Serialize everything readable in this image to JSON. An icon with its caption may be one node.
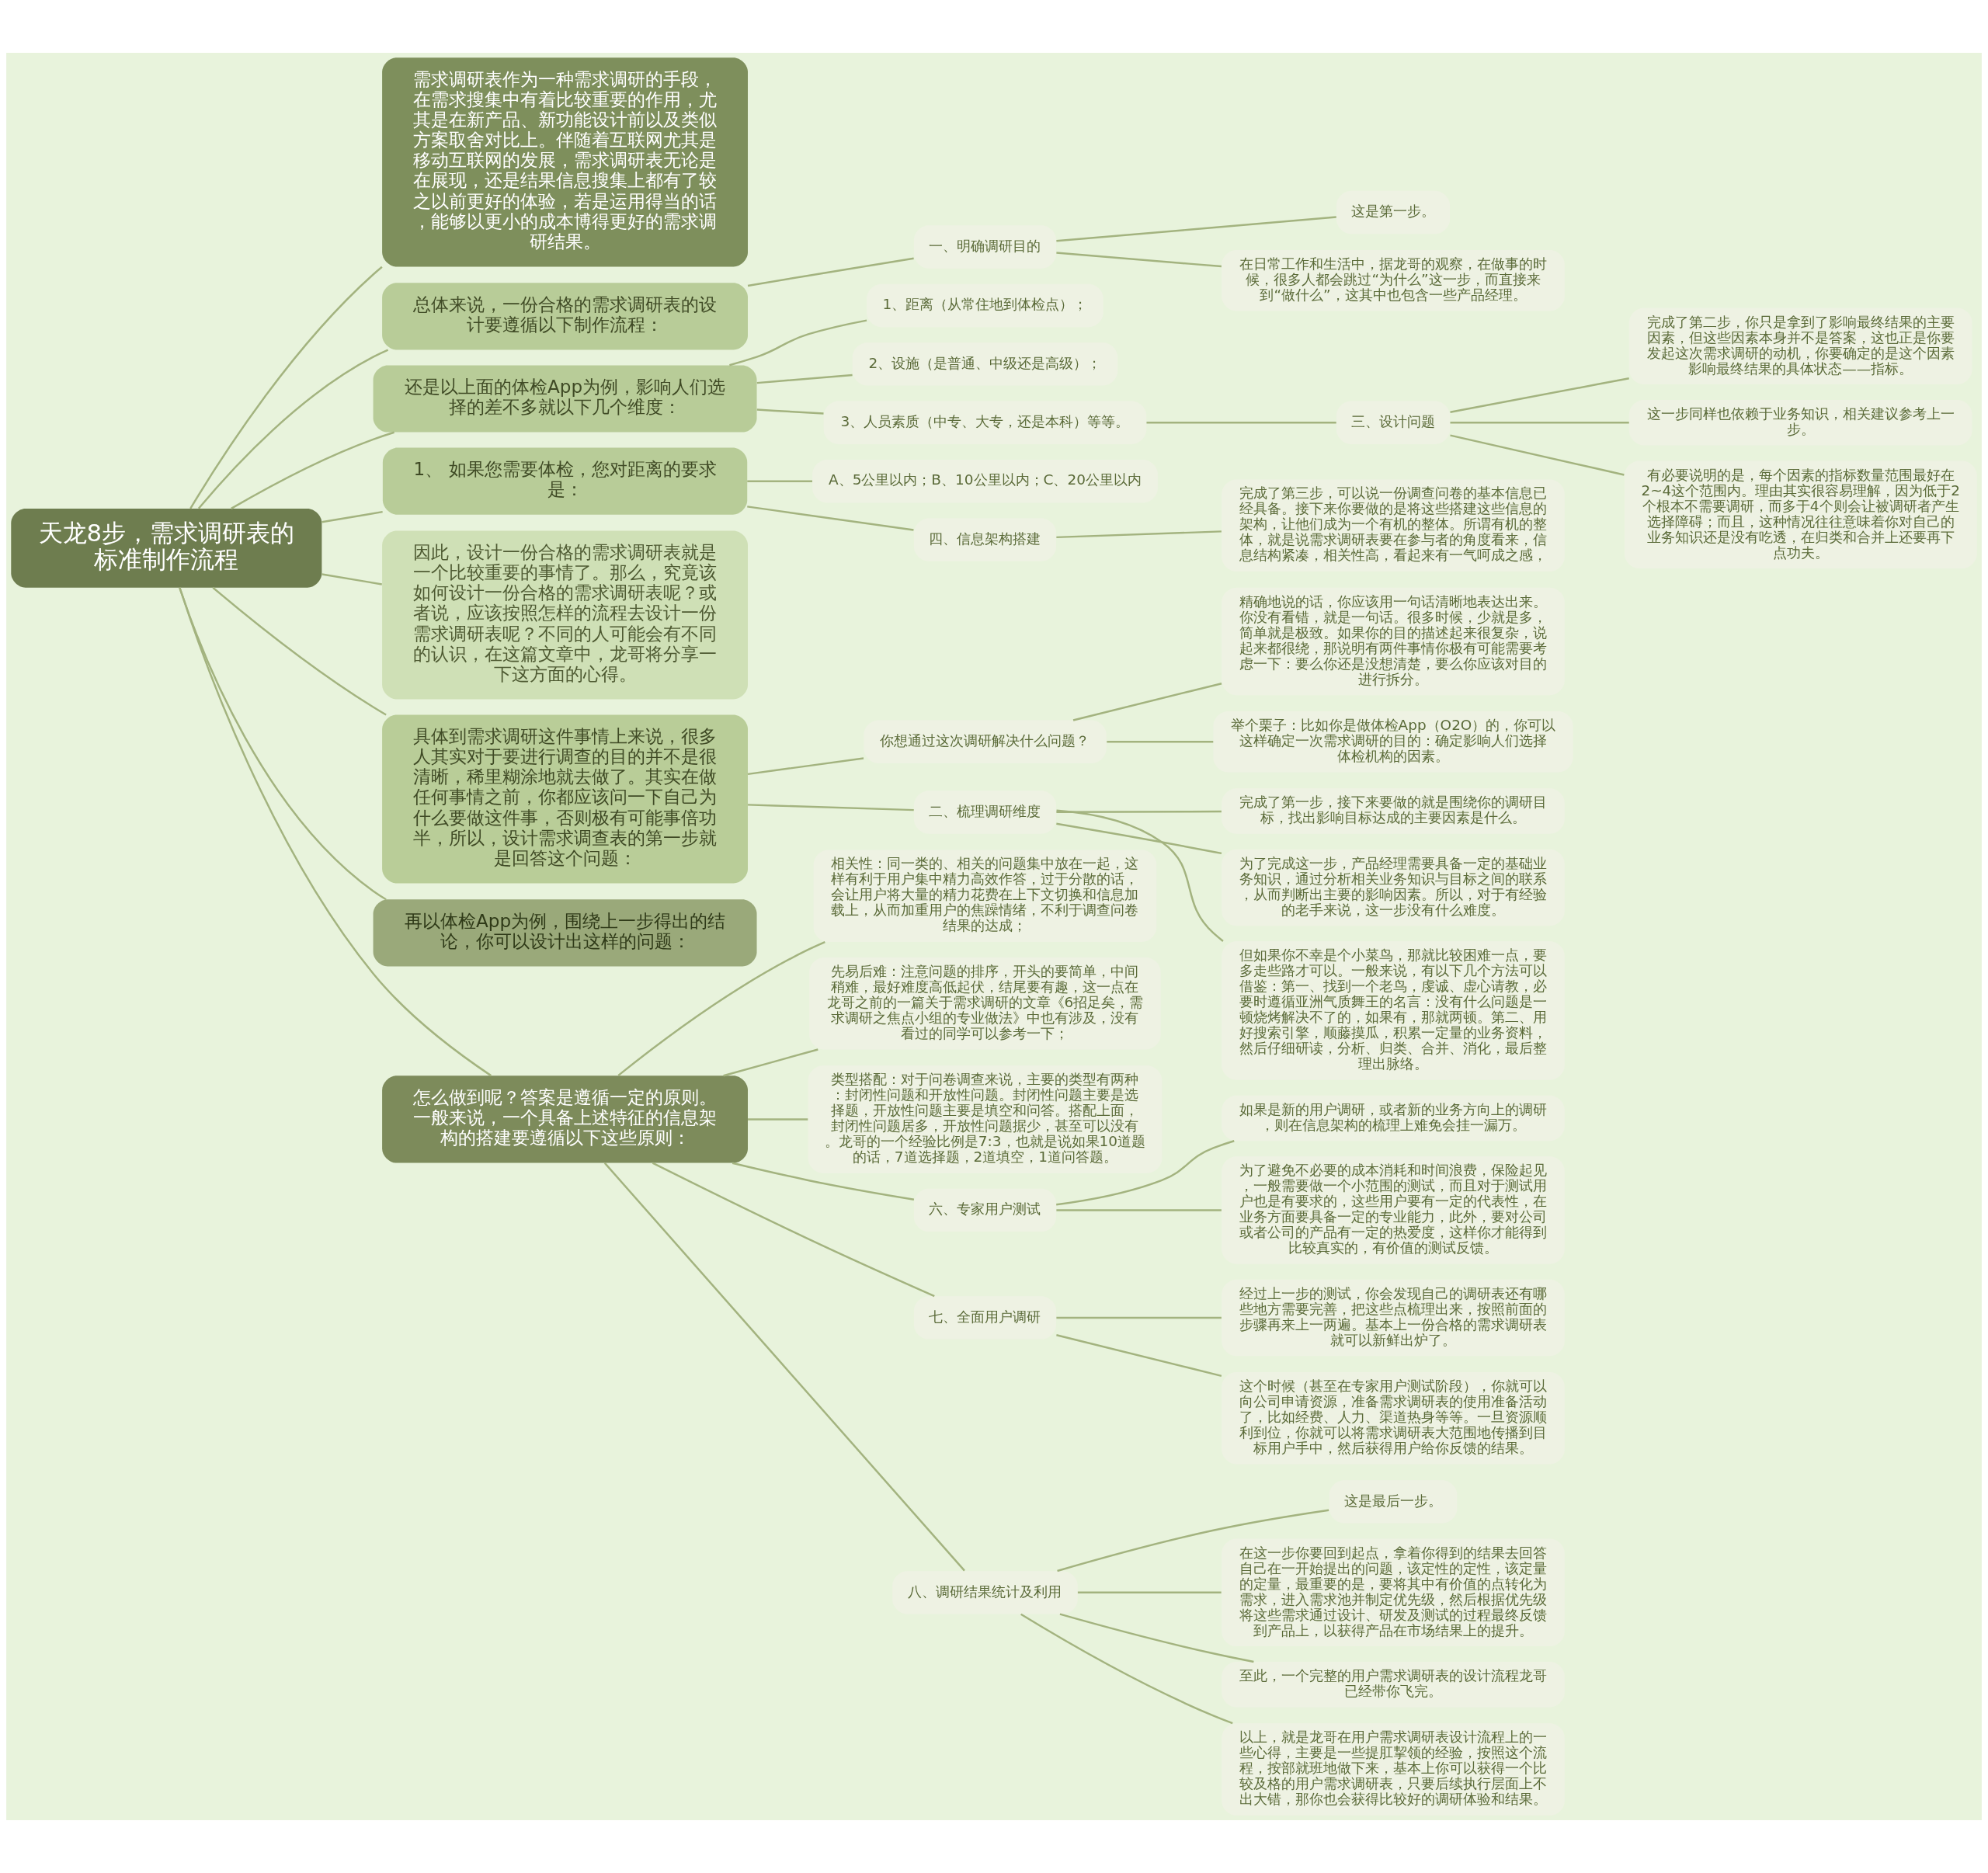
{
  "diagram": {
    "nodes": [
      {
        "text": [
          "天龙8步，需求调研表的标准制作流程"
        ]
      },
      {
        "text": [
          "需求调研表作为一种需求调研的手段，在需求搜集中有着比较重要的作用，尤其是在新产品、新功能设计前以及类似方案取舍对比上。伴随着互联网尤其是移动互联网的发展，需求调研表无论是在展现，还是结果信息搜集上都有了较之以前更好的体验，若是运用得当的话，能够以更小的成本博得更好的需求调研结果。"
        ]
      },
      {
        "text": [
          "总体来说，一份合格的需求调研表的设计要遵循以下制作流程："
        ]
      },
      {
        "text": [
          "一、明确调研目的"
        ]
      },
      {
        "text": [
          "这是第一步。"
        ]
      },
      {
        "text": [
          "在日常工作和生活中，据龙哥的观察，在做事的时候，很多人都会跳过“为什么”这一步，而直接来到“做什么”，这其中也包含一些产品经理。"
        ]
      },
      {
        "text": [
          "还是以上面的体检App为例，影响人们选择的差不多就以下几个维度："
        ]
      },
      {
        "text": [
          "1、距离（从常住地到体检点）；"
        ]
      },
      {
        "text": [
          "2、设施（是普通、中级还是高级）；"
        ]
      },
      {
        "text": [
          "3、人员素质（中专、大专，还是本科）等等。"
        ]
      },
      {
        "text": [
          "三、设计问题"
        ]
      },
      {
        "text": [
          "完成了第二步，你只是拿到了影响最终结果的主要因素，但这些因素本身并不是答案，这也正是你要发起这次需求调研的动机，你要确定的是这个因素影响最终结果的具体状态——指标。"
        ]
      },
      {
        "text": [
          "这一步同样也依赖于业务知识，相关建议参考上一步。"
        ]
      },
      {
        "text": [
          "有必要说明的是，每个因素的指标数量范围最好在2~4这个范围内。理由其实很容易理解，因为低于2个根本不需要调研，而多于4个则会让被调研者产生选择障碍；而且，这种情况往往意味着你对自己的业务知识还是没有吃透，在归类和合并上还要再下点功夫。"
        ]
      },
      {
        "text": [
          "1、 如果您需要体检，您对距离的要求是："
        ]
      },
      {
        "text": [
          "A、5公里以内；B、10公里以内；C、20公里以内"
        ]
      },
      {
        "text": [
          "四、信息架构搭建"
        ]
      },
      {
        "text": [
          "完成了第三步，可以说一份调查问卷的基本信息已经具备。接下来你要做的是将这些搭建这些信息的架构，让他们成为一个有机的整体。所谓有机的整体，就是说需求调研表要在参与者的角度看来，信息结构紧凑，相关性高，看起来有一气呵成之感，"
        ]
      },
      {
        "text": [
          "因此，设计一份合格的需求调研表就是一个比较重要的事情了。那么，究竟该如何设计一份合格的需求调研表呢？或者说，应该按照怎样的流程去设计一份需求调研表呢？不同的人可能会有不同的认识，在这篇文章中，龙哥将分享一下这方面的心得。"
        ]
      },
      {
        "text": [
          "具体到需求调研这件事情上来说，很多人其实对于要进行调查的目的并不是很清晰，稀里糊涂地就去做了。其实在做任何事情之前，你都应该问一下自己为什么要做这件事，否则极有可能事倍功半，所以，设计需求调查表的第一步就是回答这个问题："
        ]
      },
      {
        "text": [
          "你想通过这次调研解决什么问题？"
        ]
      },
      {
        "text": [
          "精确地说的话，你应该用一句话清晰地表达出来。你没有看错，就是一句话。很多时候，少就是多，简单就是极致。如果你的目的描述起来很复杂，说起来都很绕，那说明有两件事情你极有可能需要考虑一下：要么你还是没想清楚，要么你应该对目的进行拆分。"
        ]
      },
      {
        "text": [
          "举个栗子：比如你是做体检App（O2O）的，你可以这样确定一次需求调研的目的：确定影响人们选择体检机构的因素。"
        ]
      },
      {
        "text": [
          "二、梳理调研维度"
        ]
      },
      {
        "text": [
          "完成了第一步，接下来要做的就是围绕你的调研目标，找出影响目标达成的主要因素是什么。"
        ]
      },
      {
        "text": [
          "为了完成这一步，产品经理需要具备一定的基础业务知识，通过分析相关业务知识与目标之间的联系，从而判断出主要的影响因素。所以，对于有经验的老手来说，这一步没有什么难度。"
        ]
      },
      {
        "text": [
          "但如果你不幸是个小菜鸟，那就比较困难一点，要多走些路才可以。一般来说，有以下几个方法可以借鉴：第一、找到一个老鸟，虔诚、虚心请教，必要时遵循亚洲气质舞王的名言：没有什么问题是一顿烧烤解决不了的，如果有，那就两顿。第二、用好搜索引擎，顺藤摸瓜，积累一定量的业务资料，然后仔细研读，分析、归类、合并、消化，最后整理出脉络。"
        ]
      },
      {
        "text": [
          "再以体检App为例，围绕上一步得出的结论，你可以设计出这样的问题："
        ]
      },
      {
        "text": [
          "怎么做到呢？答案是遵循一定的原则。一般来说，一个具备上述特征的信息架构的搭建要遵循以下这些原则："
        ]
      },
      {
        "text": [
          "相关性：同一类的、相关的问题集中放在一起，这样有利于用户集中精力高效作答，过于分散的话，会让用户将大量的精力花费在上下文切换和信息加载上，从而加重用户的焦躁情绪，不利于调查问卷结果的达成；"
        ]
      },
      {
        "text": [
          "先易后难：注意问题的排序，开头的要简单，中间稍难，最好难度高低起伏，结尾要有趣，这一点在龙哥之前的一篇关于需求调研的文章《6招足矣，需求调研之焦点小组的专业做法》中也有涉及，没有看过的同学可以参考一下；"
        ]
      },
      {
        "text": [
          "类型搭配：对于问卷调查来说，主要的类型有两种：封闭性问题和开放性问题。封闭性问题主要是选择题，开放性问题主要是填空和问答。搭配上面，封闭性问题居多，开放性问题据少，甚至可以没有。龙哥的一个经验比例是7:3，也就是说如果10道题的话，7道选择题，2道填空，1道问答题。"
        ]
      },
      {
        "text": [
          "六、专家用户测试"
        ]
      },
      {
        "text": [
          "如果是新的用户调研，或者新的业务方向上的调研，则在信息架构的梳理上难免会挂一漏万。"
        ]
      },
      {
        "text": [
          "为了避免不必要的成本消耗和时间浪费，保险起见，一般需要做一个小范围的测试，而且对于测试用户也是有要求的，这些用户要有一定的代表性，在业务方面要具备一定的专业能力，此外，要对公司或者公司的产品有一定的热爱度，这样你才能得到比较真实的，有价值的测试反馈。"
        ]
      },
      {
        "text": [
          "七、全面用户调研"
        ]
      },
      {
        "text": [
          "经过上一步的测试，你会发现自己的调研表还有哪些地方需要完善，把这些点梳理出来，按照前面的步骤再来上一两遍。基本上一份合格的需求调研表就可以新鲜出炉了。"
        ]
      },
      {
        "text": [
          "这个时候（甚至在专家用户测试阶段），你就可以向公司申请资源，准备需求调研表的使用准备活动了，比如经费、人力、渠道热身等等。一旦资源顺利到位，你就可以将需求调研表大范围地传播到目标用户手中，然后获得用户给你反馈的结果。"
        ]
      },
      {
        "text": [
          "八、调研结果统计及利用"
        ]
      },
      {
        "text": [
          "这是最后一步。"
        ]
      },
      {
        "text": [
          "在这一步你要回到起点，拿着你得到的结果去回答自己在一开始提出的问题，该定性的定性，该定量的定量，最重要的是，要将其中有价值的点转化为需求，进入需求池并制定优先级，然后根据优先级将这些需求通过设计、研发及测试的过程最终反馈到产品上，以获得产品在市场结果上的提升。"
        ]
      },
      {
        "text": [
          "至此，一个完整的用户需求调研表的设计流程龙哥已经带你飞完。"
        ]
      },
      {
        "text": [
          "以上，就是龙哥在用户需求调研表设计流程上的一些心得，主要是一些提肛挈领的经验，按照这个流程，按部就班地做下来，基本上你可以获得一个比较及格的用户需求调研表，只要后续执行层面上不出大错，那你也会获得比较好的调研体验和结果。"
        ]
      }
    ],
    "edges": [
      {
        "from": 0,
        "to": 1,
        "arrow": "none"
      },
      {
        "from": 0,
        "to": 2,
        "arrow": "none"
      },
      {
        "from": 2,
        "to": 3,
        "arrow": "none"
      },
      {
        "from": 3,
        "to": 4,
        "arrow": "none"
      },
      {
        "from": 3,
        "to": 5,
        "arrow": "none"
      },
      {
        "from": 0,
        "to": 6,
        "arrow": "none"
      },
      {
        "from": 6,
        "to": 7,
        "arrow": "none"
      },
      {
        "from": 6,
        "to": 8,
        "arrow": "none"
      },
      {
        "from": 6,
        "to": 9,
        "arrow": "none"
      },
      {
        "from": 9,
        "to": 10,
        "arrow": "none"
      },
      {
        "from": 10,
        "to": 11,
        "arrow": "none"
      },
      {
        "from": 10,
        "to": 12,
        "arrow": "none"
      },
      {
        "from": 10,
        "to": 13,
        "arrow": "none"
      },
      {
        "from": 0,
        "to": 14,
        "arrow": "none"
      },
      {
        "from": 14,
        "to": 15,
        "arrow": "none"
      },
      {
        "from": 14,
        "to": 16,
        "arrow": "none"
      },
      {
        "from": 16,
        "to": 17,
        "arrow": "none"
      },
      {
        "from": 0,
        "to": 18,
        "arrow": "none"
      },
      {
        "from": 0,
        "to": 19,
        "arrow": "none"
      },
      {
        "from": 19,
        "to": 20,
        "arrow": "none"
      },
      {
        "from": 20,
        "to": 21,
        "arrow": "none"
      },
      {
        "from": 20,
        "to": 22,
        "arrow": "none"
      },
      {
        "from": 19,
        "to": 23,
        "arrow": "none"
      },
      {
        "from": 23,
        "to": 24,
        "arrow": "none"
      },
      {
        "from": 23,
        "to": 25,
        "arrow": "none"
      },
      {
        "from": 23,
        "to": 26,
        "arrow": "none"
      },
      {
        "from": 0,
        "to": 27,
        "arrow": "none"
      },
      {
        "from": 0,
        "to": 28,
        "arrow": "none"
      },
      {
        "from": 28,
        "to": 29,
        "arrow": "none"
      },
      {
        "from": 28,
        "to": 30,
        "arrow": "none"
      },
      {
        "from": 28,
        "to": 31,
        "arrow": "none"
      },
      {
        "from": 28,
        "to": 32,
        "arrow": "none"
      },
      {
        "from": 32,
        "to": 33,
        "arrow": "none"
      },
      {
        "from": 32,
        "to": 34,
        "arrow": "none"
      },
      {
        "from": 28,
        "to": 35,
        "arrow": "none"
      },
      {
        "from": 35,
        "to": 36,
        "arrow": "none"
      },
      {
        "from": 35,
        "to": 37,
        "arrow": "none"
      },
      {
        "from": 28,
        "to": 38,
        "arrow": "none"
      },
      {
        "from": 38,
        "to": 39,
        "arrow": "none"
      },
      {
        "from": 38,
        "to": 40,
        "arrow": "none"
      },
      {
        "from": 38,
        "to": 41,
        "arrow": "none"
      },
      {
        "from": 38,
        "to": 42,
        "arrow": "none"
      }
    ]
  }
}
